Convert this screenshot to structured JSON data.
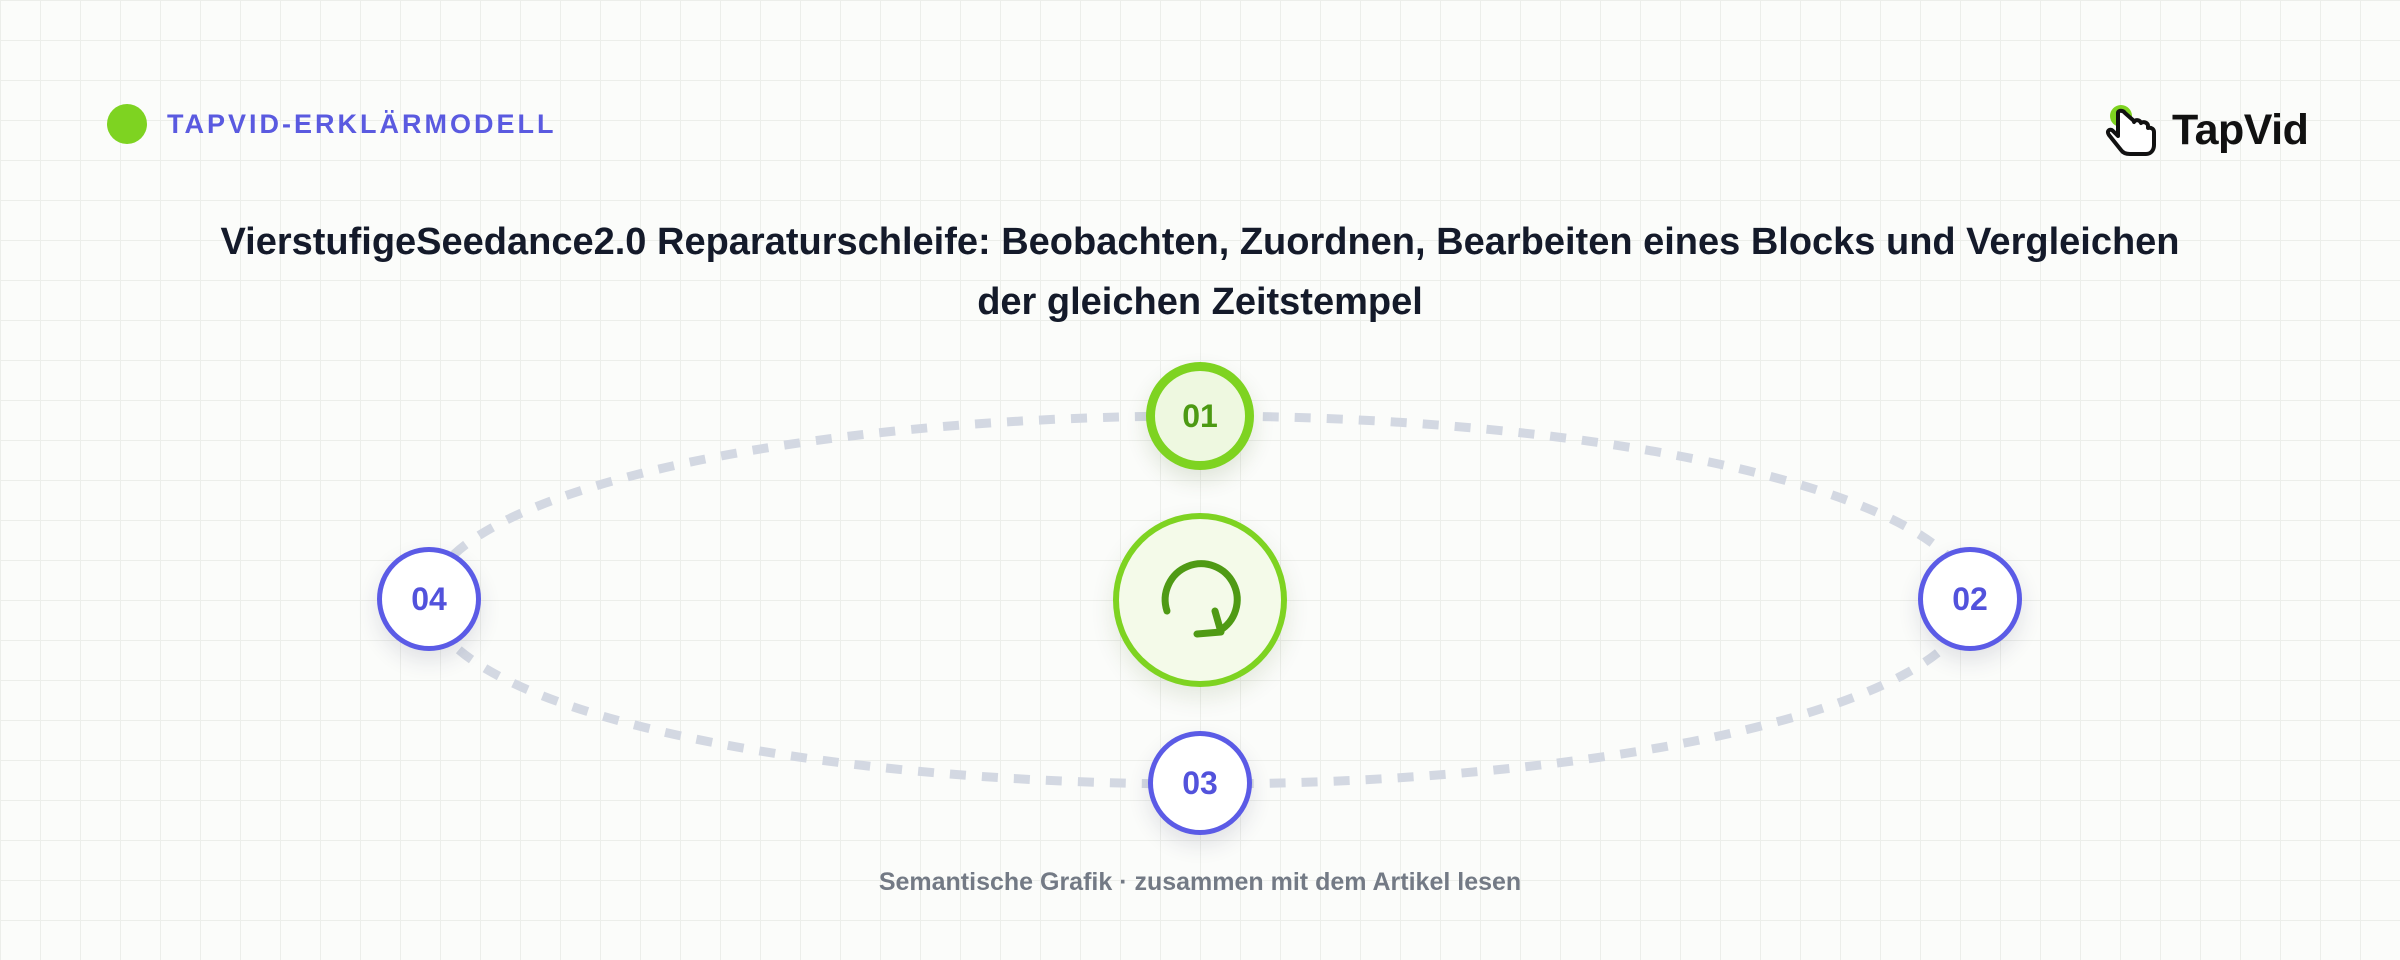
{
  "header": {
    "tag_label": "TAPVID-ERKLÄRMODELL",
    "logo_text": "TapVid"
  },
  "title": {
    "line1": "VierstufigeSeedance2.0 Reparaturschleife: Beobachten, Zuordnen, Bearbeiten eines Blocks und Vergleichen",
    "line2": "der gleichen Zeitstempel"
  },
  "cycle": {
    "steps": [
      {
        "label": "01",
        "state": "active"
      },
      {
        "label": "02",
        "state": "default"
      },
      {
        "label": "03",
        "state": "default"
      },
      {
        "label": "04",
        "state": "default"
      }
    ],
    "center_icon": "refresh-cycle-icon"
  },
  "footer": {
    "caption": "Semantische Grafik · zusammen mit dem Artikel lesen"
  },
  "colors": {
    "accent_green": "#7ed321",
    "accent_blue": "#5b5be6",
    "title_text": "#141a2a",
    "path_dots": "#d3d8e2",
    "caption_text": "#737a85"
  },
  "icons": {
    "header_dot": "green-dot-icon",
    "logo": "tapvid-hand-pointer-icon"
  }
}
